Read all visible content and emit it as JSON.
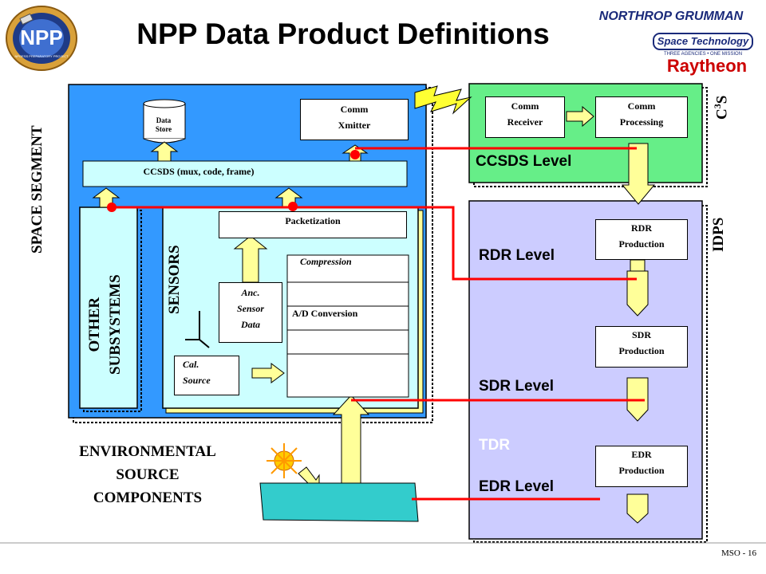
{
  "title": "NPP Data Product Definitions",
  "logo": {
    "text": "NPP",
    "subtitle": "NPOESS PREPARATORY PROJECT"
  },
  "vendor": {
    "company1": "NORTHROP GRUMMAN",
    "tagline1": "Space Technology",
    "tagline2": "THREE AGENCIES • ONE MISSION",
    "company2": "Raytheon"
  },
  "space_segment": {
    "label": "SPACE SEGMENT",
    "data_store": "Data Store",
    "comm_xmitter": [
      "Comm",
      "Xmitter"
    ],
    "ccsds": "CCSDS (mux, code, frame)",
    "other_subsystems": [
      "OTHER",
      "SUBSYSTEMS"
    ],
    "sensors": "SENSORS",
    "packetization": "Packetization",
    "compression": "Compression",
    "ad_conversion": "A/D Conversion",
    "anc": [
      "Anc.",
      "Sensor",
      "Data"
    ],
    "cal": [
      "Cal.",
      "Source"
    ]
  },
  "c3s": {
    "label_main": "C",
    "label_sup": "3",
    "label_end": "S",
    "comm_receiver": [
      "Comm",
      "Receiver"
    ],
    "comm_processing": [
      "Comm",
      "Processing"
    ],
    "ccsds_level": "CCSDS Level"
  },
  "idps": {
    "label": "IDPS",
    "rdr_level": "RDR Level",
    "sdr_level": "SDR Level",
    "tdr": "TDR",
    "edr_level": "EDR Level",
    "rdr_production": [
      "RDR",
      "Production"
    ],
    "sdr_production": [
      "SDR",
      "Production"
    ],
    "edr_production": [
      "EDR",
      "Production"
    ]
  },
  "environment": [
    "ENVIRONMENTAL",
    "SOURCE",
    "COMPONENTS"
  ],
  "footer": "MSO - 16",
  "colors": {
    "space_blue": "#3399ff",
    "c3s_green": "#66ee88",
    "idps_lavender": "#ccccff",
    "arrow_yellow": "#ffff99",
    "line_red": "#ff0000",
    "water": "#33cccc",
    "sub_box": "#ccffff"
  }
}
